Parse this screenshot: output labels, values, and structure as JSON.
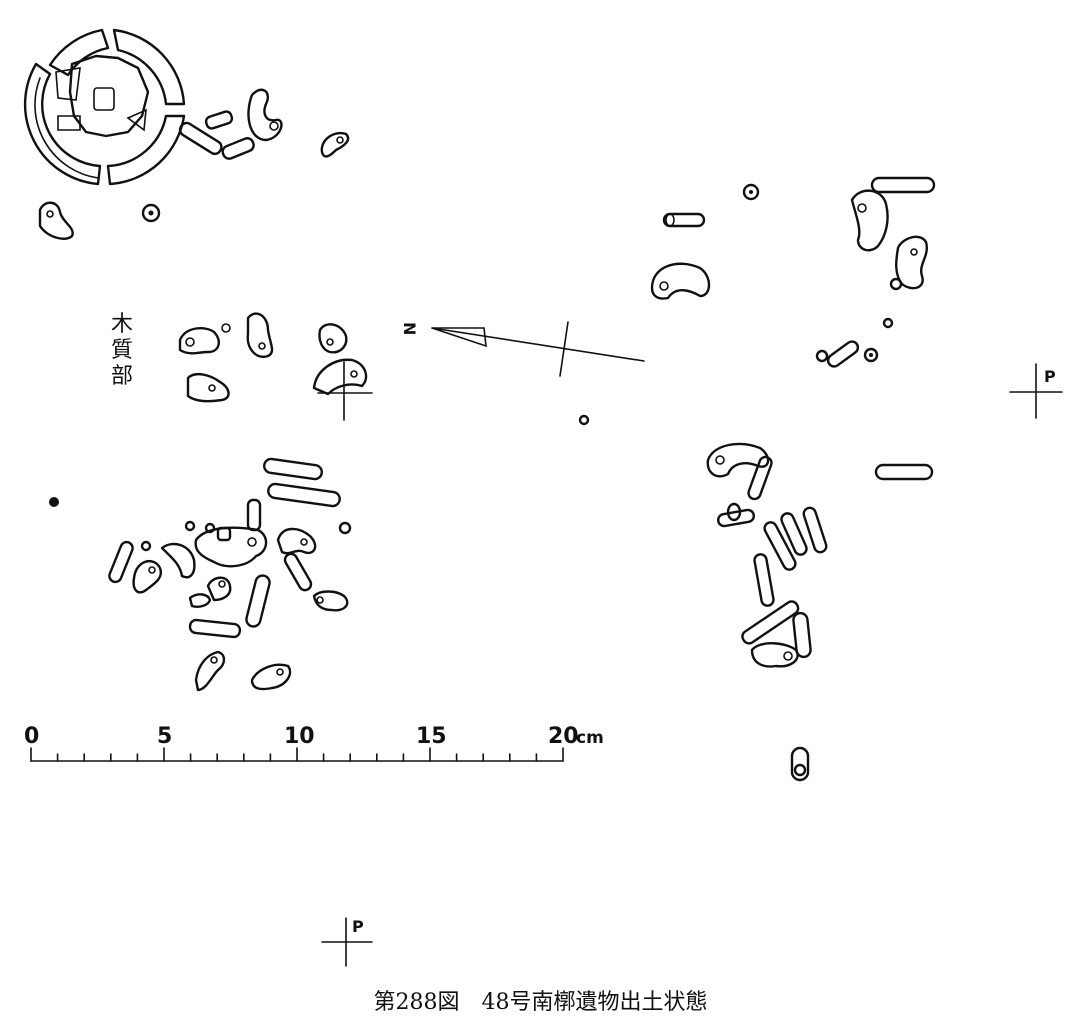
{
  "caption": "第288図　48号南槨遺物出土状態",
  "wood_label": [
    "木",
    "質",
    "部"
  ],
  "north_label": "N",
  "point_label": "P",
  "scale": {
    "ticks": [
      "0",
      "5",
      "10",
      "15",
      "20"
    ],
    "unit": "cm"
  }
}
